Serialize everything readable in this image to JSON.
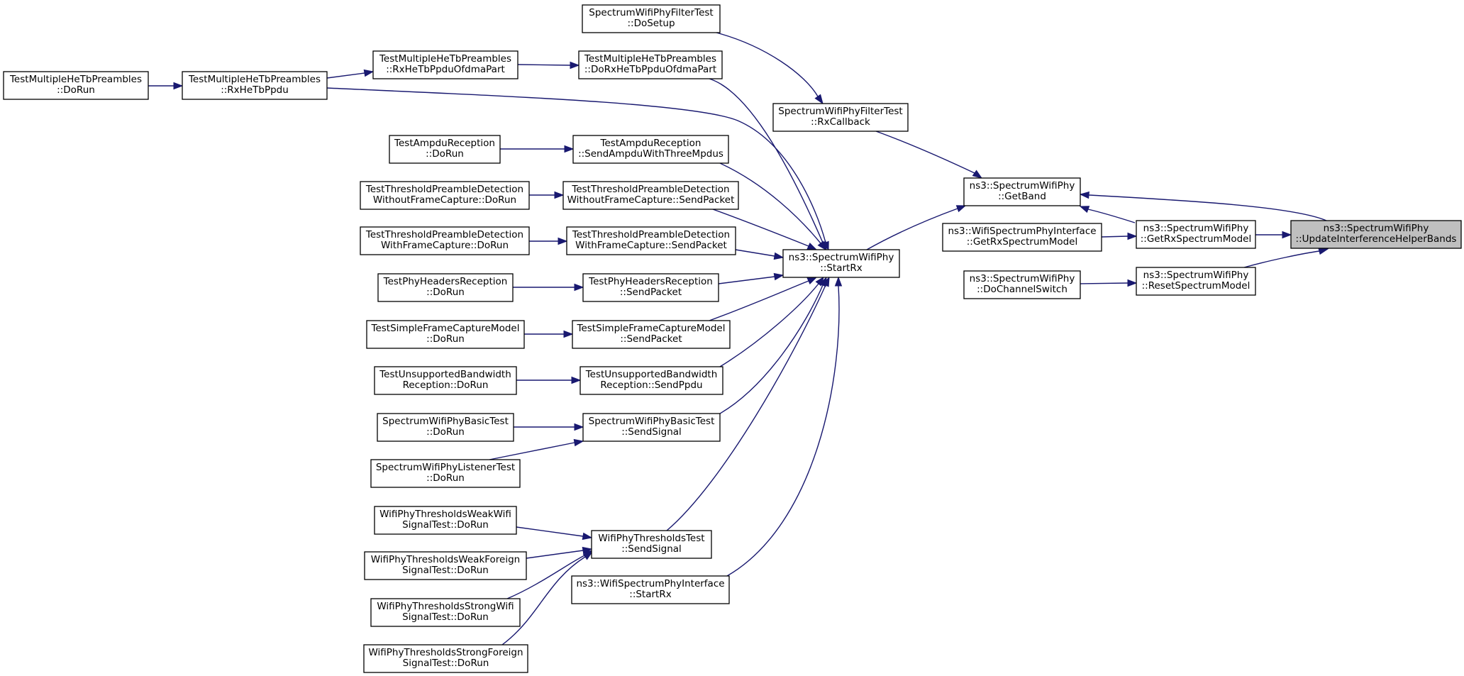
{
  "graph": {
    "nodes": [
      {
        "id": "update_interference",
        "lines": [
          "ns3::SpectrumWifiPhy",
          "::UpdateInterferenceHelperBands"
        ],
        "highlight": true
      },
      {
        "id": "get_band",
        "lines": [
          "ns3::SpectrumWifiPhy",
          "::GetBand"
        ]
      },
      {
        "id": "get_rx_spectrum_model",
        "lines": [
          "ns3::SpectrumWifiPhy",
          "::GetRxSpectrumModel"
        ]
      },
      {
        "id": "reset_spectrum_model",
        "lines": [
          "ns3::SpectrumWifiPhy",
          "::ResetSpectrumModel"
        ]
      },
      {
        "id": "iface_get_rx_spectrum_model",
        "lines": [
          "ns3::WifiSpectrumPhyInterface",
          "::GetRxSpectrumModel"
        ]
      },
      {
        "id": "do_channel_switch",
        "lines": [
          "ns3::SpectrumWifiPhy",
          "::DoChannelSwitch"
        ]
      },
      {
        "id": "filter_rx_callback",
        "lines": [
          "SpectrumWifiPhyFilterTest",
          "::RxCallback"
        ]
      },
      {
        "id": "filter_do_setup",
        "lines": [
          "SpectrumWifiPhyFilterTest",
          "::DoSetup"
        ]
      },
      {
        "id": "start_rx",
        "lines": [
          "ns3::SpectrumWifiPhy",
          "::StartRx"
        ]
      },
      {
        "id": "do_rx_hetb_ofdma",
        "lines": [
          "TestMultipleHeTbPreambles",
          "::DoRxHeTbPpduOfdmaPart"
        ]
      },
      {
        "id": "rx_hetb_ofdma",
        "lines": [
          "TestMultipleHeTbPreambles",
          "::RxHeTbPpduOfdmaPart"
        ]
      },
      {
        "id": "rx_hetb_ppdu",
        "lines": [
          "TestMultipleHeTbPreambles",
          "::RxHeTbPpdu"
        ]
      },
      {
        "id": "multi_hetb_dorun",
        "lines": [
          "TestMultipleHeTbPreambles",
          "::DoRun"
        ]
      },
      {
        "id": "ampdu_send",
        "lines": [
          "TestAmpduReception",
          "::SendAmpduWithThreeMpdus"
        ]
      },
      {
        "id": "ampdu_dorun",
        "lines": [
          "TestAmpduReception",
          "::DoRun"
        ]
      },
      {
        "id": "thr_wo_send",
        "lines": [
          "TestThresholdPreambleDetection",
          "WithoutFrameCapture::SendPacket"
        ]
      },
      {
        "id": "thr_wo_dorun",
        "lines": [
          "TestThresholdPreambleDetection",
          "WithoutFrameCapture::DoRun"
        ]
      },
      {
        "id": "thr_with_send",
        "lines": [
          "TestThresholdPreambleDetection",
          "WithFrameCapture::SendPacket"
        ]
      },
      {
        "id": "thr_with_dorun",
        "lines": [
          "TestThresholdPreambleDetection",
          "WithFrameCapture::DoRun"
        ]
      },
      {
        "id": "phyhdr_send",
        "lines": [
          "TestPhyHeadersReception",
          "::SendPacket"
        ]
      },
      {
        "id": "phyhdr_dorun",
        "lines": [
          "TestPhyHeadersReception",
          "::DoRun"
        ]
      },
      {
        "id": "sfc_send",
        "lines": [
          "TestSimpleFrameCaptureModel",
          "::SendPacket"
        ]
      },
      {
        "id": "sfc_dorun",
        "lines": [
          "TestSimpleFrameCaptureModel",
          "::DoRun"
        ]
      },
      {
        "id": "unsup_send",
        "lines": [
          "TestUnsupportedBandwidth",
          "Reception::SendPpdu"
        ]
      },
      {
        "id": "unsup_dorun",
        "lines": [
          "TestUnsupportedBandwidth",
          "Reception::DoRun"
        ]
      },
      {
        "id": "basic_send",
        "lines": [
          "SpectrumWifiPhyBasicTest",
          "::SendSignal"
        ]
      },
      {
        "id": "basic_dorun",
        "lines": [
          "SpectrumWifiPhyBasicTest",
          "::DoRun"
        ]
      },
      {
        "id": "listener_dorun",
        "lines": [
          "SpectrumWifiPhyListenerTest",
          "::DoRun"
        ]
      },
      {
        "id": "thr_test_send",
        "lines": [
          "WifiPhyThresholdsTest",
          "::SendSignal"
        ]
      },
      {
        "id": "weak_wifi_dorun",
        "lines": [
          "WifiPhyThresholdsWeakWifi",
          "SignalTest::DoRun"
        ]
      },
      {
        "id": "weak_foreign_dorun",
        "lines": [
          "WifiPhyThresholdsWeakForeign",
          "SignalTest::DoRun"
        ]
      },
      {
        "id": "strong_wifi_dorun",
        "lines": [
          "WifiPhyThresholdsStrongWifi",
          "SignalTest::DoRun"
        ]
      },
      {
        "id": "strong_foreign_dorun",
        "lines": [
          "WifiPhyThresholdsStrongForeign",
          "SignalTest::DoRun"
        ]
      },
      {
        "id": "iface_start_rx",
        "lines": [
          "ns3::WifiSpectrumPhyInterface",
          "::StartRx"
        ]
      }
    ],
    "edges": [
      {
        "from": "get_rx_spectrum_model",
        "to": "update_interference"
      },
      {
        "from": "reset_spectrum_model",
        "to": "update_interference"
      },
      {
        "from": "update_interference",
        "to": "get_band"
      },
      {
        "from": "get_rx_spectrum_model",
        "to": "get_band"
      },
      {
        "from": "iface_get_rx_spectrum_model",
        "to": "get_rx_spectrum_model"
      },
      {
        "from": "do_channel_switch",
        "to": "reset_spectrum_model"
      },
      {
        "from": "filter_rx_callback",
        "to": "get_band"
      },
      {
        "from": "start_rx",
        "to": "get_band"
      },
      {
        "from": "filter_do_setup",
        "to": "filter_rx_callback"
      },
      {
        "from": "do_rx_hetb_ofdma",
        "to": "start_rx"
      },
      {
        "from": "rx_hetb_ofdma",
        "to": "do_rx_hetb_ofdma"
      },
      {
        "from": "rx_hetb_ppdu",
        "to": "rx_hetb_ofdma"
      },
      {
        "from": "multi_hetb_dorun",
        "to": "rx_hetb_ppdu"
      },
      {
        "from": "rx_hetb_ppdu",
        "to": "start_rx"
      },
      {
        "from": "ampdu_send",
        "to": "start_rx"
      },
      {
        "from": "ampdu_dorun",
        "to": "ampdu_send"
      },
      {
        "from": "thr_wo_send",
        "to": "start_rx"
      },
      {
        "from": "thr_wo_dorun",
        "to": "thr_wo_send"
      },
      {
        "from": "thr_with_send",
        "to": "start_rx"
      },
      {
        "from": "thr_with_dorun",
        "to": "thr_with_send"
      },
      {
        "from": "phyhdr_send",
        "to": "start_rx"
      },
      {
        "from": "phyhdr_dorun",
        "to": "phyhdr_send"
      },
      {
        "from": "sfc_send",
        "to": "start_rx"
      },
      {
        "from": "sfc_dorun",
        "to": "sfc_send"
      },
      {
        "from": "unsup_send",
        "to": "start_rx"
      },
      {
        "from": "unsup_dorun",
        "to": "unsup_send"
      },
      {
        "from": "basic_send",
        "to": "start_rx"
      },
      {
        "from": "basic_dorun",
        "to": "basic_send"
      },
      {
        "from": "listener_dorun",
        "to": "basic_send"
      },
      {
        "from": "thr_test_send",
        "to": "start_rx"
      },
      {
        "from": "weak_wifi_dorun",
        "to": "thr_test_send"
      },
      {
        "from": "weak_foreign_dorun",
        "to": "thr_test_send"
      },
      {
        "from": "strong_wifi_dorun",
        "to": "thr_test_send"
      },
      {
        "from": "strong_foreign_dorun",
        "to": "thr_test_send"
      },
      {
        "from": "iface_start_rx",
        "to": "start_rx"
      }
    ]
  }
}
